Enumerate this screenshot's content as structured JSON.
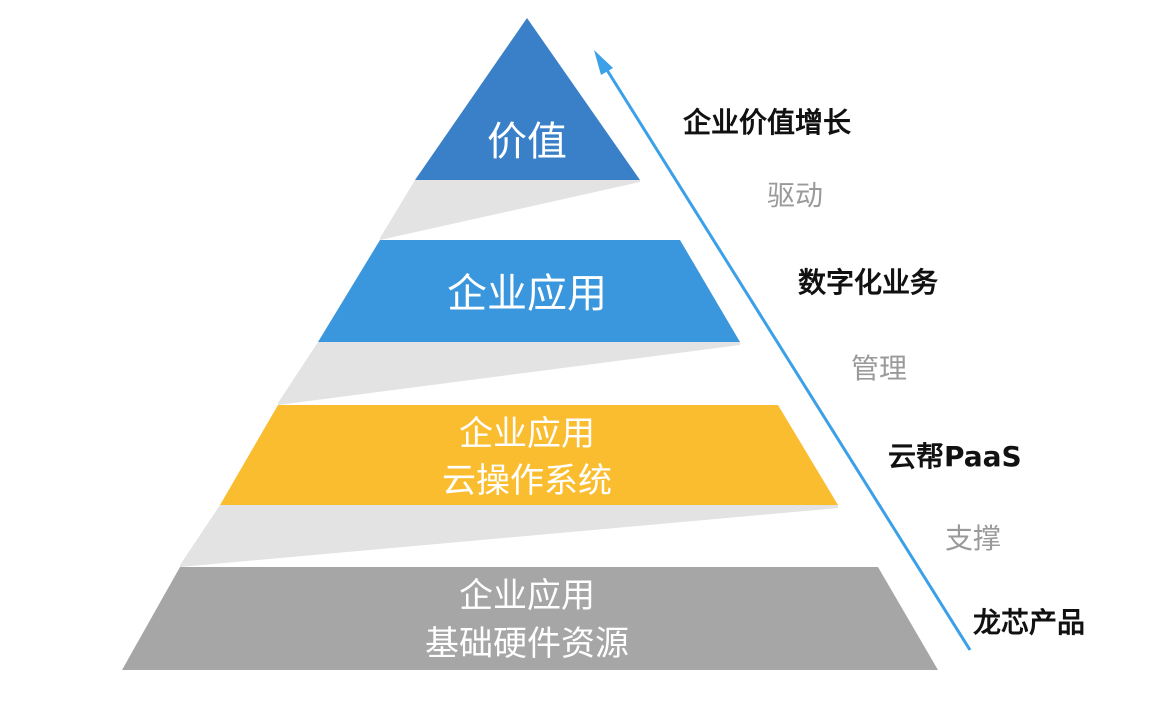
{
  "colors": {
    "top": "#3a80c8",
    "second": "#3a97dd",
    "third": "#fbbd30",
    "base": "#a6a6a6",
    "connector": "#e3e3e3",
    "arrow": "#3ba0e8"
  },
  "pyramid": {
    "top": {
      "lines": [
        "价值"
      ]
    },
    "second": {
      "lines": [
        "企业应用"
      ]
    },
    "third": {
      "lines": [
        "企业应用",
        "云操作系统"
      ]
    },
    "base": {
      "lines": [
        "企业应用",
        "基础硬件资源"
      ]
    }
  },
  "side": {
    "value_growth": "企业价值增长",
    "drive": "驱动",
    "digital_business": "数字化业务",
    "manage": "管理",
    "paas": "云帮PaaS",
    "support": "支撑",
    "product": "龙芯产品"
  }
}
